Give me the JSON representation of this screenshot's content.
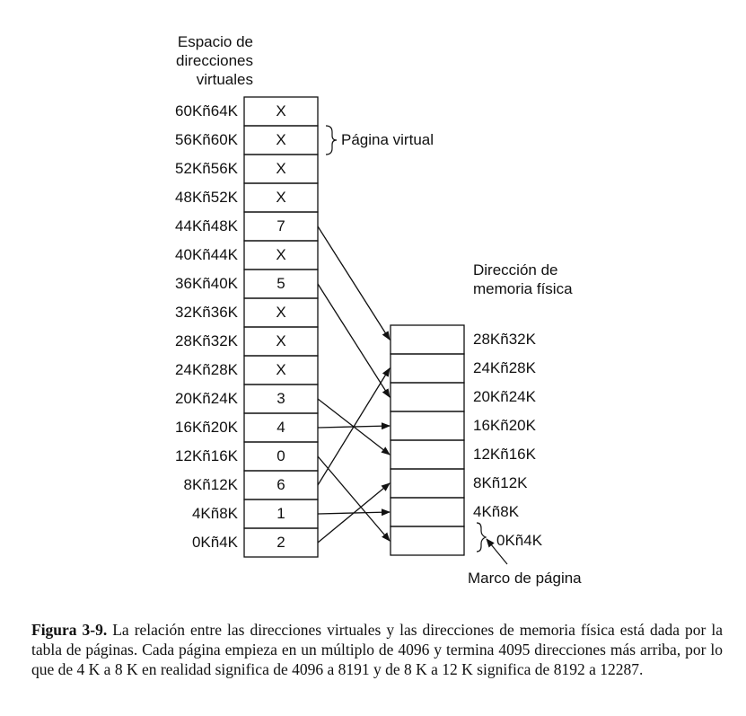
{
  "virtual_header": "Espacio de direcciones virtuales",
  "physical_header": "Dirección de memoria física",
  "virtual_page_label": "Página virtual",
  "page_frame_label": "Marco de página",
  "virtual_pages": [
    {
      "range": "60Kñ64K",
      "value": "X"
    },
    {
      "range": "56Kñ60K",
      "value": "X"
    },
    {
      "range": "52Kñ56K",
      "value": "X"
    },
    {
      "range": "48Kñ52K",
      "value": "X"
    },
    {
      "range": "44Kñ48K",
      "value": "7"
    },
    {
      "range": "40Kñ44K",
      "value": "X"
    },
    {
      "range": "36Kñ40K",
      "value": "5"
    },
    {
      "range": "32Kñ36K",
      "value": "X"
    },
    {
      "range": "28Kñ32K",
      "value": "X"
    },
    {
      "range": "24Kñ28K",
      "value": "X"
    },
    {
      "range": "20Kñ24K",
      "value": "3"
    },
    {
      "range": "16Kñ20K",
      "value": "4"
    },
    {
      "range": "12Kñ16K",
      "value": "0"
    },
    {
      "range": "8Kñ12K",
      "value": "6"
    },
    {
      "range": "4Kñ8K",
      "value": "1"
    },
    {
      "range": "0Kñ4K",
      "value": "2"
    }
  ],
  "physical_frames": [
    "28Kñ32K",
    "24Kñ28K",
    "20Kñ24K",
    "16Kñ20K",
    "12Kñ16K",
    "8Kñ12K",
    "4Kñ8K",
    "0Kñ4K"
  ],
  "caption": {
    "label": "Figura 3-9.",
    "text": " La relación entre las direcciones virtuales y las direcciones de memoria física está dada por la tabla de páginas. Cada página empieza en un múltiplo de 4096 y termina 4095 direcciones más arriba, por lo que de 4 K a 8 K en realidad significa de 4096 a 8191 y de 8 K a 12 K significa de 8192 a 12287."
  }
}
